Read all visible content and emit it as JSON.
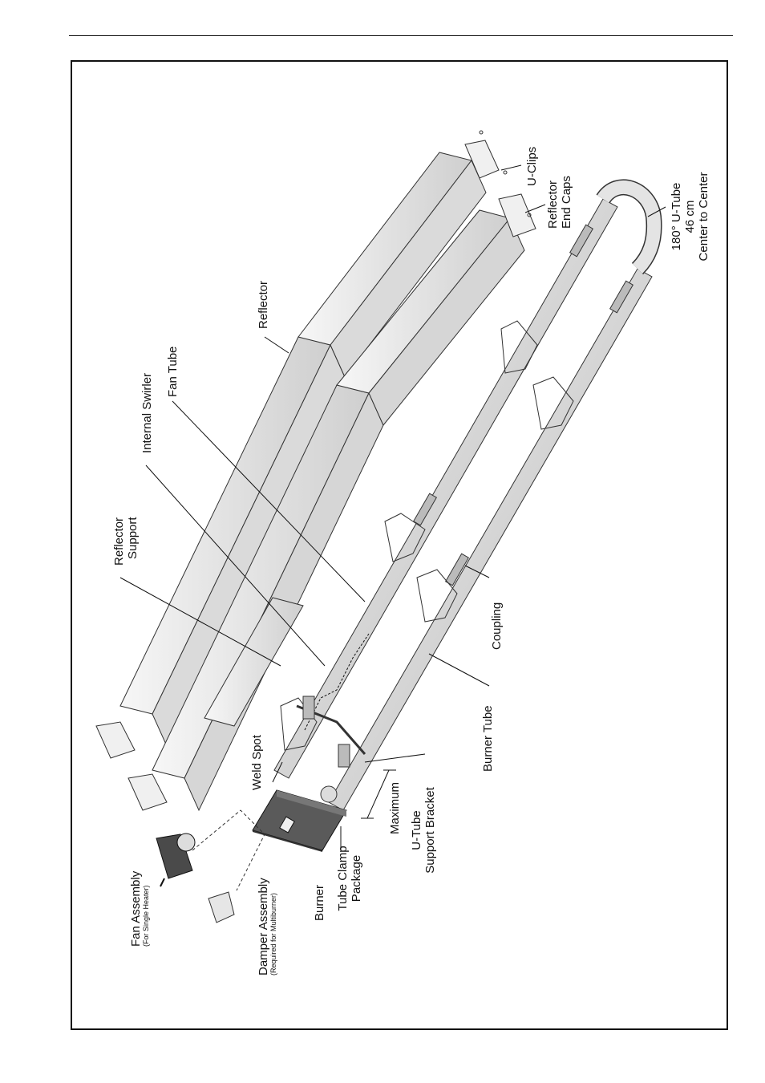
{
  "labels": {
    "u_clips": "U-Clips",
    "reflector_end_caps": [
      "Reflector",
      "End Caps"
    ],
    "u_tube_180": [
      "180° U-Tube",
      "46 cm",
      "Center to Center"
    ],
    "reflector": "Reflector",
    "fan_tube": "Fan Tube",
    "internal_swirler": "Internal Swirler",
    "reflector_support": [
      "Reflector",
      "Support"
    ],
    "coupling": "Coupling",
    "burner_tube": "Burner Tube",
    "weld_spot": "Weld Spot",
    "maximum": "Maximum",
    "u_tube_support_bracket": [
      "U-Tube",
      "Support Bracket"
    ],
    "tube_clamp_package": [
      "Tube Clamp",
      "Package"
    ],
    "burner": "Burner",
    "damper_assembly": "Damper Assembly",
    "damper_assembly_note": "(Required for Multiburner)",
    "fan_assembly": "Fan Assembly",
    "fan_assembly_note": "(For Single Heater)"
  },
  "colors": {
    "reflector_fill": "#eeeeee",
    "tube_fill": "#dcdcdc",
    "burner_box": "#3a3a3a",
    "line": "#111111"
  }
}
